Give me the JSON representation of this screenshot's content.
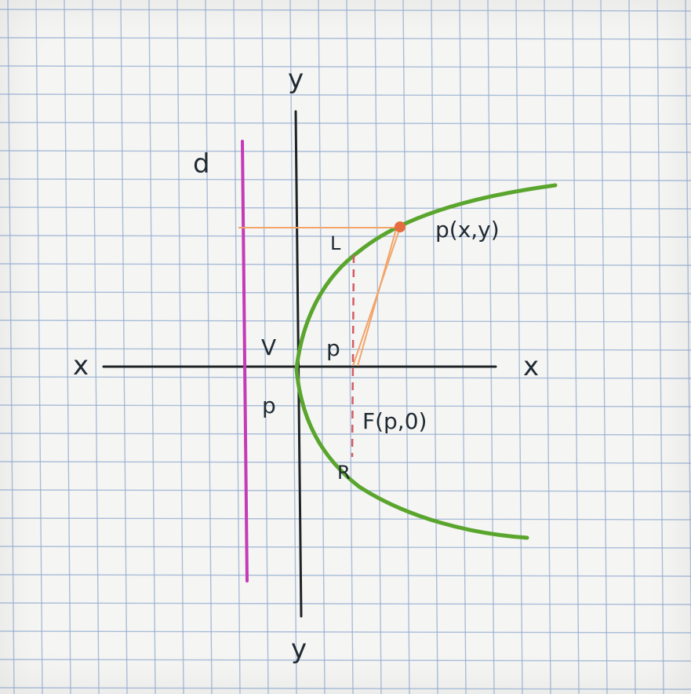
{
  "diagram": {
    "labels": {
      "y_top": "y",
      "y_bottom": "y",
      "x_left": "x",
      "x_right": "x",
      "directrix": "d",
      "point": "p(x,y)",
      "L": "L",
      "V": "V",
      "p_upper": "p",
      "p_lower": "p",
      "focus": "F(p,0)",
      "R": "R"
    },
    "colors": {
      "grid": "#8ea8cf",
      "axis": "#1e2326",
      "directrix": "#c43ab7",
      "parabola": "#5aa52d",
      "construction": "#f2a46a",
      "latus_rectum": "#d55b66",
      "point": "#e56d3f"
    }
  }
}
